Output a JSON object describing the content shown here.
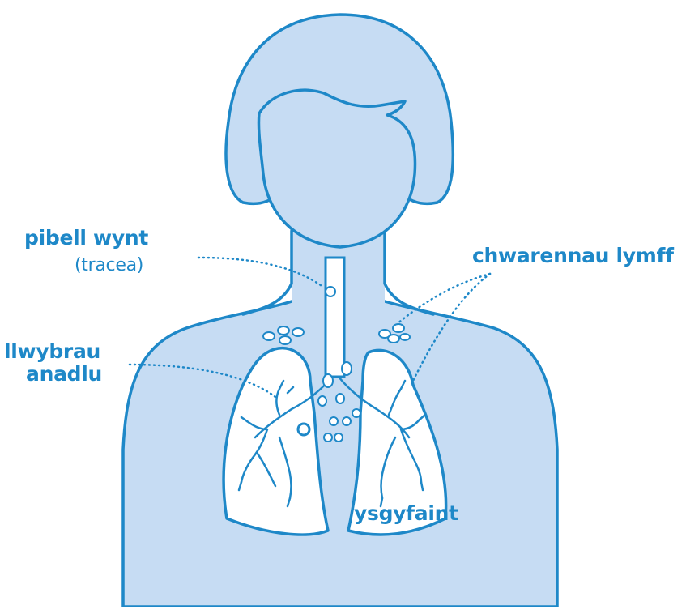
{
  "labels": {
    "trachea_title": "pibell wynt",
    "trachea_sub": "(tracea)",
    "lymph_nodes": "chwarennau lymff",
    "airways_line1": "llwybrau",
    "airways_line2": "anadlu",
    "lungs": "ysgyfaint"
  },
  "colors": {
    "outline": "#1e88c8",
    "body_fill": "#c6dcf3",
    "label": "#1e88c8",
    "lung_fill": "#ffffff"
  }
}
